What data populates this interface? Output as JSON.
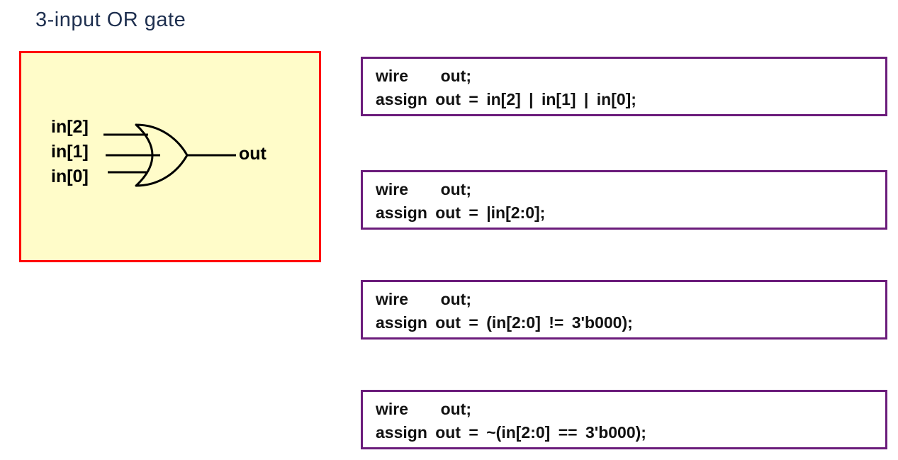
{
  "title": "3-input OR gate",
  "colors": {
    "title_text": "#1E2F4F",
    "panel_bg": "#FFFCC9",
    "panel_border": "#FF0000",
    "code_border": "#6B1C7B",
    "code_text": "#111111",
    "gate_stroke": "#000000"
  },
  "diagram": {
    "gate_type": "or-gate",
    "input_labels": [
      "in[2]",
      "in[1]",
      "in[0]"
    ],
    "output_label": "out"
  },
  "code_boxes": [
    {
      "line1": "wire    out;",
      "line2": "assign out = in[2] | in[1] | in[0];"
    },
    {
      "line1": "wire    out;",
      "line2": "assign out = |in[2:0];"
    },
    {
      "line1": "wire    out;",
      "line2": "assign out = (in[2:0] != 3'b000);"
    },
    {
      "line1": "wire    out;",
      "line2": "assign out = ~(in[2:0] == 3'b000);"
    }
  ]
}
